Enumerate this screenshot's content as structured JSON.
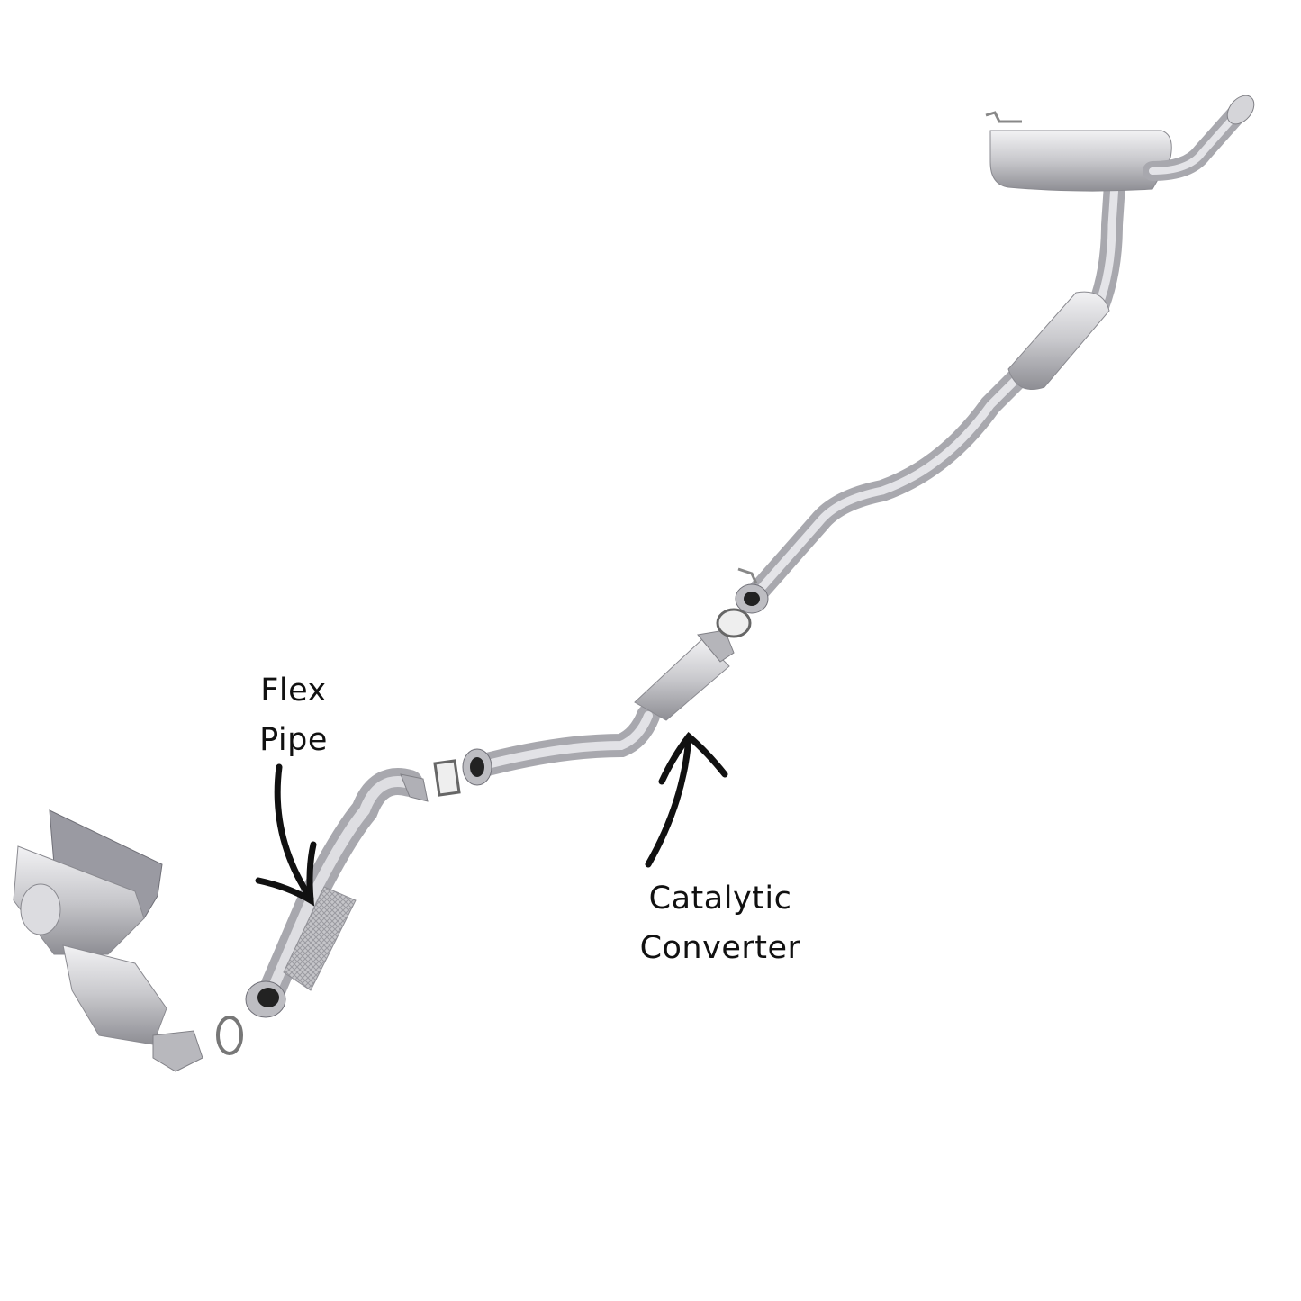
{
  "labels": {
    "flex_pipe": {
      "line1": "Flex",
      "line2": "Pipe"
    },
    "catalytic_converter": {
      "line1": "Catalytic",
      "line2": "Converter"
    }
  },
  "colors": {
    "pipe": "#c9c9cc",
    "pipe_shade": "#9a9aa0",
    "arrow": "#111111",
    "background": "#ffffff"
  }
}
